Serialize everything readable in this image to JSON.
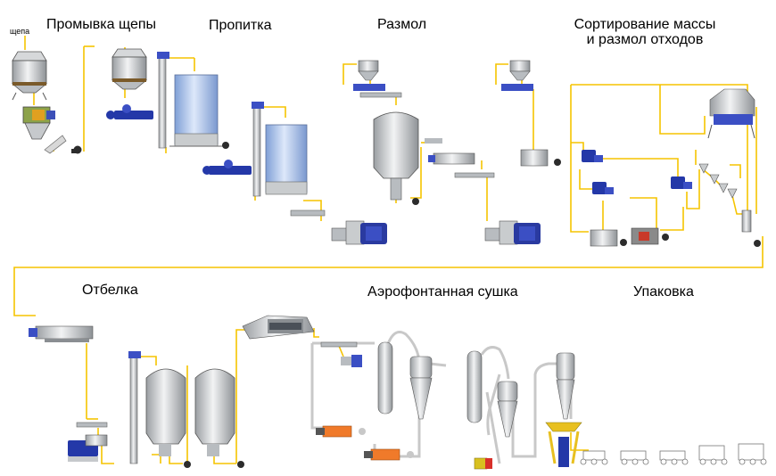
{
  "input_label": "щепа",
  "sections": {
    "washing": "Промывка щепы",
    "impregnation": "Пропитка",
    "refining": "Размол",
    "sorting_line1": "Сортирование массы",
    "sorting_line2": "и размол отходов",
    "bleaching": "Отбелка",
    "drying": "Аэрофонтанная сушка",
    "packing": "Упаковка"
  },
  "colors": {
    "flow_line": "#f5c400",
    "air_line": "#c8c8c8",
    "vessel": "#c9ccce",
    "tank_blue": "#a9c3ea",
    "pump": "#2438a8",
    "motor": "#3b4fc4",
    "burner_orange": "#f07a2a",
    "fan": "#2c2c2c"
  }
}
